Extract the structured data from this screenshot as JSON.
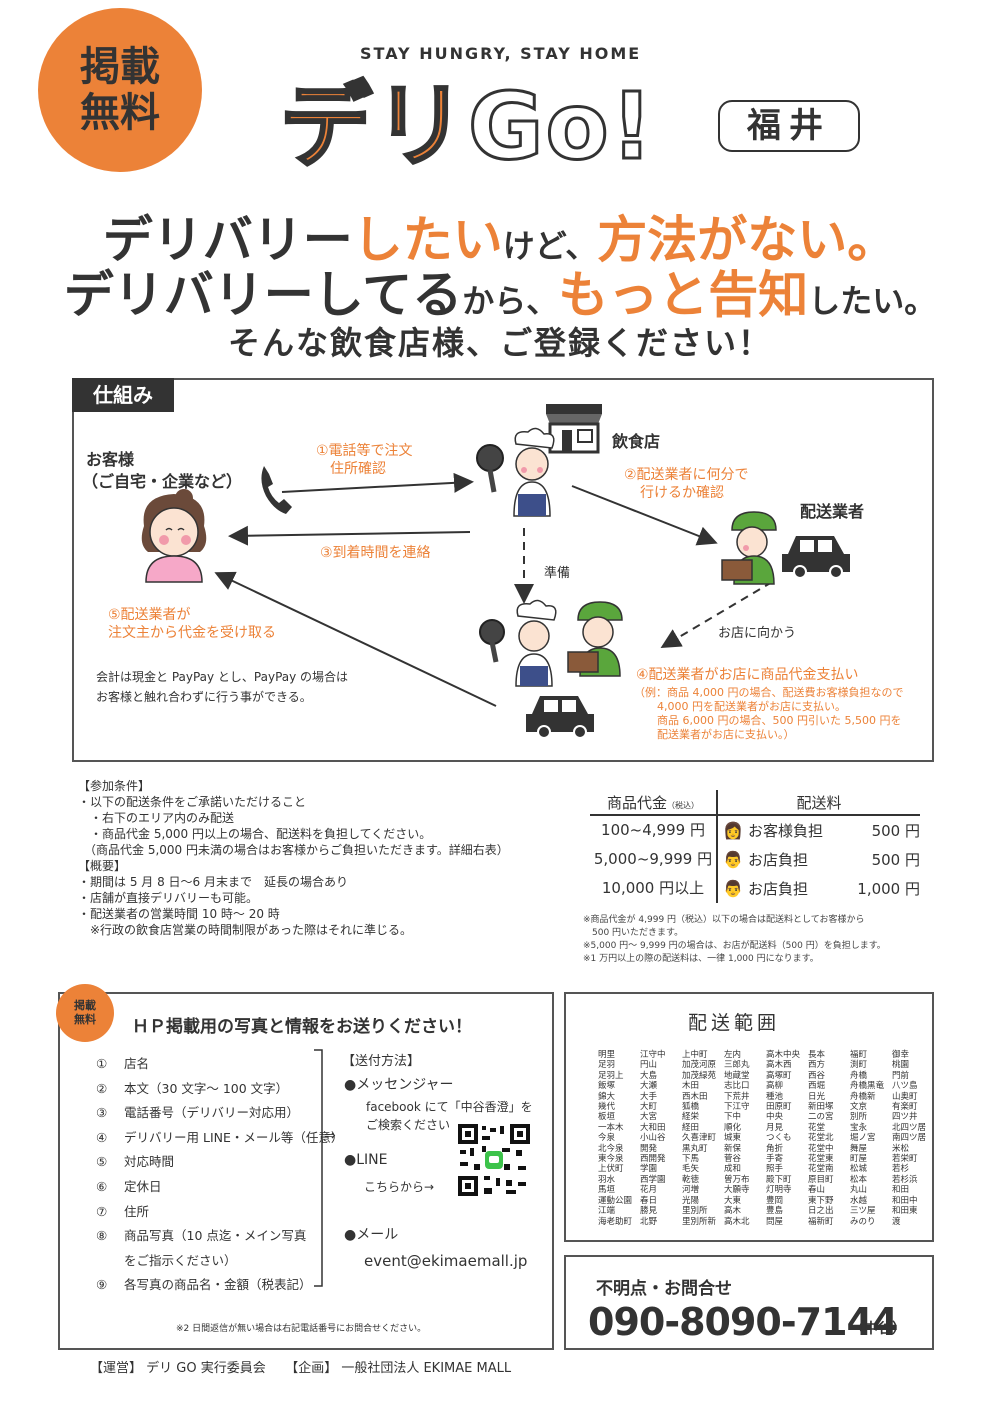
{
  "badge": {
    "text": "掲載\n無料"
  },
  "header": {
    "tagline": "STAY HUNGRY, STAY HOME",
    "logo_part1": "デリ",
    "logo_part2": "Go!",
    "city": "福井"
  },
  "headline": {
    "l1_a": "デリバリー",
    "l1_b": "したい",
    "l1_c": "けど、",
    "l1_d": "方法がない。",
    "l2_a": "デリバリーしてる",
    "l2_b": "から、",
    "l2_c": "もっと告知",
    "l2_d": "したい。",
    "l3": "そんな飲食店様、ご登録ください！"
  },
  "flow": {
    "tab": "仕組み",
    "customer_title": "お客様",
    "customer_sub": "（ご自宅・企業など）",
    "restaurant": "飲食店",
    "delivery_company": "配送業者",
    "step1_a": "①電話等で注文",
    "step1_b": "住所確認",
    "step2_a": "②配送業者に何分で",
    "step2_b": "行けるか確認",
    "step3": "③到着時間を連絡",
    "prep": "準備",
    "to_store": "お店に向かう",
    "step4": "④配送業者がお店に商品代金支払い",
    "step4_n1": "（例：商品 4,000 円の場合、配送費お客様負担なので",
    "step4_n2": "4,000 円を配送業者がお店に支払い。",
    "step4_n3": "商品 6,000 円の場合、500 円引いた 5,500 円を",
    "step4_n4": "配送業者がお店に支払い。）",
    "step5_a": "⑤配送業者が",
    "step5_b": "注文主から代金を受け取る",
    "payment_a": "会計は現金と PayPay とし、PayPay の場合は",
    "payment_b": "お客様と触れ合わずに行う事ができる。"
  },
  "conditions": {
    "lines": [
      "【参加条件】",
      "・以下の配送条件をご承諾いただけること",
      "　・右下のエリア内のみ配送",
      "　・商品代金 5,000 円以上の場合、配送料を負担してください。",
      "　（商品代金 5,000 円未満の場合はお客様からご負担いただきます。詳細右表）",
      "【概要】",
      "・期間は 5 月 8 日～6 月末まで　延長の場合あり",
      "・店舗が直接デリバリーも可能。",
      "・配送業者の営業時間 10 時～ 20 時",
      "　※行政の飲食店営業の時間制限があった際はそれに準じる。"
    ]
  },
  "fee_table": {
    "col1": "商品代金",
    "col1_note": "（税込）",
    "col2": "配送料",
    "rows": [
      {
        "price": "100~4,999 円",
        "payer": "お客様負担",
        "fee": "500 円"
      },
      {
        "price": "5,000~9,999 円",
        "payer": "お店負担",
        "fee": "500 円"
      },
      {
        "price": "10,000 円以上",
        "payer": "お店負担",
        "fee": "1,000 円"
      }
    ],
    "notes": [
      "※商品代金が 4,999 円（税込）以下の場合は配送料としてお客様から",
      "　500 円いただきます。",
      "※5,000 円～ 9,999 円の場合は、お店が配送料（500 円）を負担します。",
      "※1 万円以上の際の配送料は、一律 1,000 円になります。"
    ]
  },
  "send": {
    "badge": "掲載\n無料",
    "title": "ＨＰ掲載用の写真と情報をお送りください！",
    "items": [
      {
        "no": "①",
        "text": "店名"
      },
      {
        "no": "②",
        "text": "本文（30 文字～ 100 文字）"
      },
      {
        "no": "③",
        "text": "電話番号（デリバリー対応用）"
      },
      {
        "no": "④",
        "text": "デリバリー用 LINE・メール等（任意）"
      },
      {
        "no": "⑤",
        "text": "対応時間"
      },
      {
        "no": "⑥",
        "text": "定休日"
      },
      {
        "no": "⑦",
        "text": "住所"
      },
      {
        "no": "⑧",
        "text": "商品写真（10 点迄・メイン写真"
      },
      {
        "no": "",
        "text": "をご指示ください）"
      },
      {
        "no": "⑨",
        "text": "各写真の商品名・金額（税表記）"
      }
    ],
    "method_title": "【送付方法】",
    "messenger": "●メッセンジャー",
    "messenger_d1": "facebook にて「中谷香澄」を",
    "messenger_d2": "ご検索ください",
    "arrow": "⇒",
    "line": "●LINE",
    "line_d": "こちらから→",
    "mail": "●メール",
    "mail_addr": "event@ekimaemall.jp",
    "note": "※2 日間返信が無い場合は右記電話番号にお問合せください。"
  },
  "range": {
    "title": "配送範囲",
    "columns": [
      [
        "明里",
        "足羽",
        "足羽上",
        "飯塚",
        "錦大",
        "幾代",
        "板垣",
        "一本木",
        "今泉",
        "北今泉",
        "東今泉",
        "上伏町",
        "羽水",
        "馬垣",
        "運動公園",
        "江端",
        "海老助町"
      ],
      [
        "江守中",
        "円山",
        "大島",
        "大瀬",
        "大手",
        "大町",
        "大宮",
        "大和田",
        "小山谷",
        "開発",
        "西開発",
        "学園",
        "西学園",
        "花月",
        "春日",
        "勝見",
        "北野"
      ],
      [
        "上中町",
        "加茂河原",
        "加茂緑苑",
        "木田",
        "西木田",
        "狐橋",
        "経栄",
        "経田",
        "久喜津町",
        "黒丸町",
        "下馬",
        "毛矢",
        "乾徳",
        "河増",
        "光陽",
        "里別所",
        "里別所新"
      ],
      [
        "左内",
        "三郎丸",
        "地蔵堂",
        "志比口",
        "下荒井",
        "下江守",
        "下中",
        "順化",
        "城東",
        "新保",
        "菅谷",
        "成和",
        "曽万布",
        "大願寺",
        "大東",
        "高木",
        "高木北"
      ],
      [
        "高木中央",
        "高木西",
        "高塚町",
        "高柳",
        "種池",
        "田原町",
        "中央",
        "月見",
        "つくも",
        "角折",
        "手寄",
        "照手",
        "殿下町",
        "灯明寺",
        "豊岡",
        "豊島",
        "問屋"
      ],
      [
        "長本",
        "西方",
        "西谷",
        "西堀",
        "日光",
        "新田塚",
        "二の宮",
        "花堂",
        "花堂北",
        "花堂中",
        "花堂東",
        "花堂南",
        "原目町",
        "春山",
        "東下野",
        "日之出",
        "福新町"
      ],
      [
        "福町",
        "渕町",
        "舟橋",
        "舟橋黒竜",
        "舟橋新",
        "文京",
        "別所",
        "宝永",
        "堀ノ宮",
        "舞屋",
        "町屋",
        "松城",
        "松本",
        "丸山",
        "水越",
        "三ツ屋",
        "みのり"
      ],
      [
        "御幸",
        "桃園",
        "門前",
        "八ツ島",
        "山奥町",
        "有楽町",
        "四ツ井",
        "北四ツ居",
        "南四ツ居",
        "米松",
        "若栄町",
        "若杉",
        "若杉浜",
        "和田",
        "和田中",
        "和田東",
        "渡"
      ]
    ]
  },
  "contact": {
    "title": "不明点・お問合せ",
    "phone": "090-8090-7144",
    "name": "（中谷）"
  },
  "footer": {
    "text": "【運営】 デリ GO 実行委員会　　【企画】 一般社団法人 EKIMAE MALL"
  },
  "colors": {
    "accent": "#ec8238",
    "text": "#333333",
    "green": "#5aa63c",
    "pink": "#f6a8c8"
  }
}
